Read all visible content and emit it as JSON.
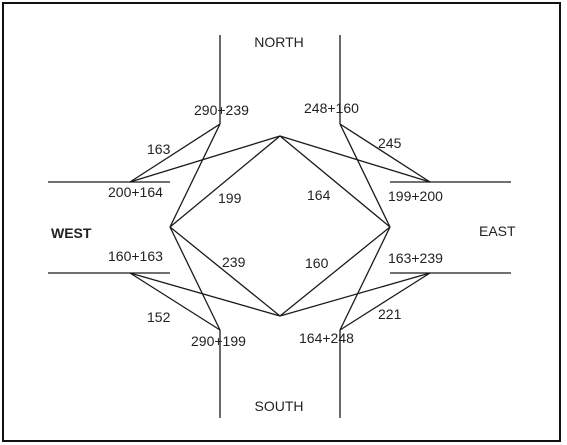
{
  "directions": {
    "north": "NORTH",
    "south": "SOUTH",
    "west": "WEST",
    "east": "EAST"
  },
  "labels": {
    "nw_road": "290+239",
    "ne_road": "248+160",
    "nw_corner": "163",
    "ne_corner": "245",
    "wn_road": "200+164",
    "en_road": "199+200",
    "inner_nw": "199",
    "inner_ne": "164",
    "ws_road": "160+163",
    "es_road": "163+239",
    "inner_sw": "239",
    "inner_se": "160",
    "sw_corner": "152",
    "se_corner": "221",
    "sw_road": "290+199",
    "se_road": "164+248"
  },
  "colors": {
    "line": "#1a1a1a",
    "text": "#222222",
    "border": "#111111"
  }
}
